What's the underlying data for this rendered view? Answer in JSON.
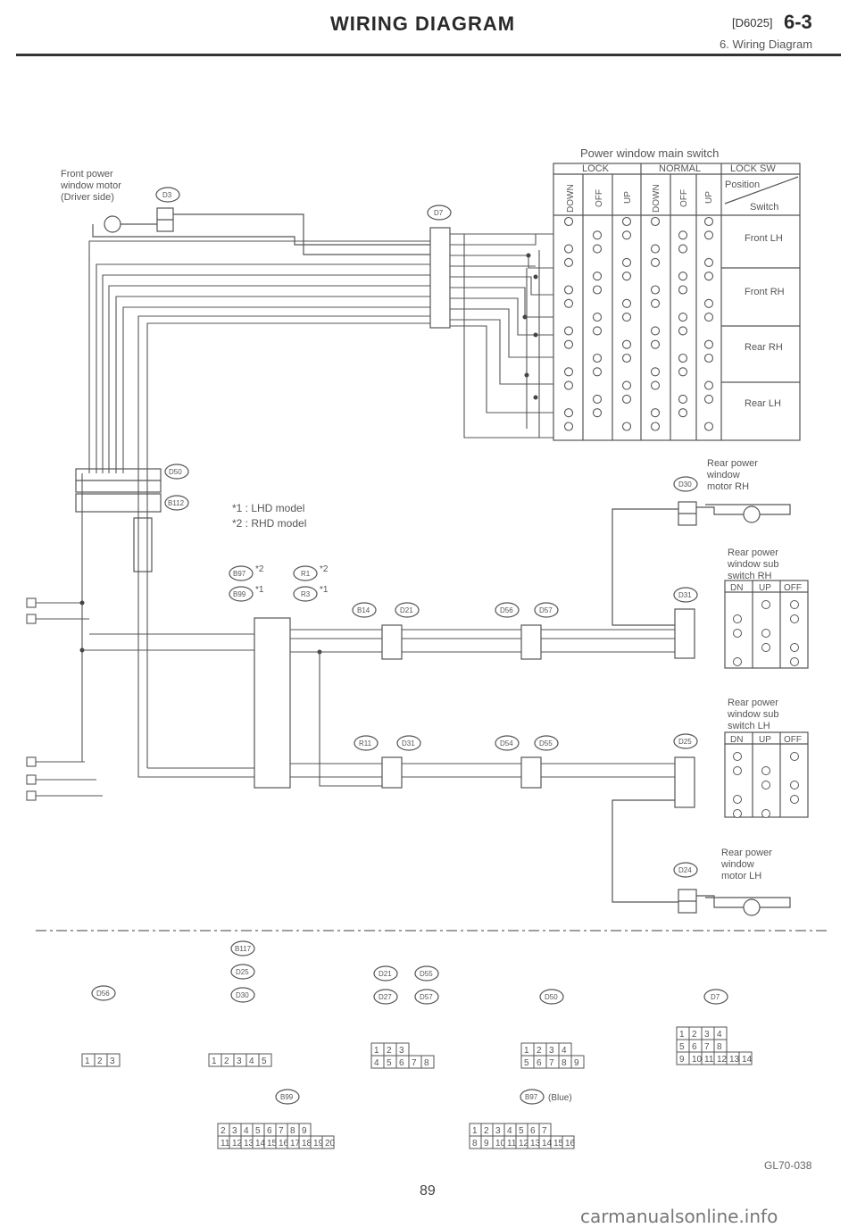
{
  "header": {
    "title": "WIRING DIAGRAM",
    "code": "[D6025]",
    "section_num": "6-3",
    "subtitle": "6. Wiring Diagram"
  },
  "main_switch": {
    "title": "Power window main switch",
    "lock": "LOCK",
    "normal": "NORMAL",
    "lock_sw": "LOCK SW",
    "position": "Position",
    "switch": "Switch",
    "cols": [
      "DOWN",
      "OFF",
      "UP",
      "DOWN",
      "OFF",
      "UP"
    ],
    "rows": [
      "Front LH",
      "Front RH",
      "Rear RH",
      "Rear LH"
    ]
  },
  "front_motor": {
    "label": [
      "Front power",
      "window motor",
      "(Driver side)"
    ],
    "connector": "D3"
  },
  "rear_motor_rh": {
    "label": [
      "Rear power",
      "window",
      "motor RH"
    ],
    "connector": "D30"
  },
  "rear_sub_rh": {
    "label": [
      "Rear power",
      "window sub",
      "switch RH"
    ],
    "connector": "D31",
    "cols": [
      "DN",
      "UP",
      "OFF"
    ]
  },
  "rear_sub_lh": {
    "label": [
      "Rear power",
      "window sub",
      "switch LH"
    ],
    "connector": "D25",
    "cols": [
      "DN",
      "UP",
      "OFF"
    ]
  },
  "rear_motor_lh": {
    "label": [
      "Rear power",
      "window",
      "motor LH"
    ],
    "connector": "D24"
  },
  "notes": [
    "*1 : LHD model",
    "*2 : RHD model"
  ],
  "connectors": {
    "top_switch": "D7",
    "mid_a": "D50",
    "mid_b": "B112",
    "row1": [
      "B97",
      "B99",
      "R1",
      "R3",
      "B14",
      "D21",
      "D56",
      "D57"
    ],
    "row1_marks": [
      "*2",
      "*1",
      "*2",
      "*1"
    ],
    "row2": [
      "R11",
      "D31",
      "D54",
      "D55"
    ],
    "bottom_a": [
      "B117",
      "D25",
      "D30"
    ],
    "bottom_b": [
      "D21",
      "D55",
      "D27",
      "D57"
    ],
    "bottom_c": "D50",
    "bottom_d": "D7",
    "bottom_e": "D56",
    "bottom_f": "B99",
    "bottom_g": "B97",
    "bottom_g_note": "(Blue)"
  },
  "pin_labels": {
    "d56": [
      "1",
      "2",
      "3"
    ],
    "b117": [
      "1",
      "2",
      "3",
      "4",
      "5"
    ],
    "d21": [
      "1",
      "2",
      "3",
      "4",
      "5",
      "6",
      "7",
      "8"
    ],
    "d50": [
      "1",
      "2",
      "3",
      "4",
      "5",
      "6",
      "7",
      "8",
      "9"
    ],
    "d7": [
      "1",
      "2",
      "3",
      "4",
      "5",
      "6",
      "7",
      "8",
      "9",
      "10",
      "11",
      "12",
      "13",
      "14"
    ],
    "b99_top": [
      "2",
      "3",
      "4",
      "5",
      "6",
      "7",
      "8",
      "9"
    ],
    "b99_bottom": [
      "11",
      "12",
      "13",
      "14",
      "15",
      "16",
      "17",
      "18",
      "19",
      "20"
    ],
    "b97_top": [
      "1",
      "2",
      "3",
      "4",
      "5",
      "6",
      "7"
    ],
    "b97_bottom": [
      "8",
      "9",
      "10",
      "11",
      "12",
      "13",
      "14",
      "15",
      "16"
    ]
  },
  "fig_id": "GL70-038",
  "page_number": "89",
  "watermark": "carmanualsonline.info"
}
